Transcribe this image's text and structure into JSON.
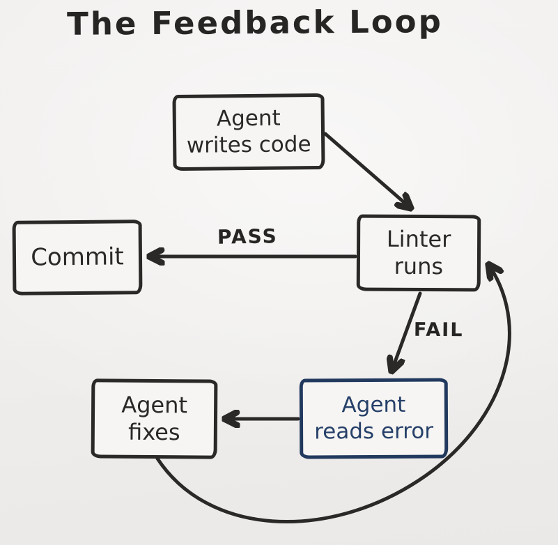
{
  "title": "The Feedback Loop",
  "colors": {
    "ink": "#2a2928",
    "accent_navy": "#22395e",
    "background": "#f0eeec",
    "node_fill": "#f6f5f3"
  },
  "nodes": {
    "agent_writes_code": {
      "line1": "Agent",
      "line2": "writes code"
    },
    "linter_runs": {
      "line1": "Linter",
      "line2": "runs"
    },
    "commit": {
      "line1": "Commit"
    },
    "agent_reads_error": {
      "line1": "Agent",
      "line2": "reads error"
    },
    "agent_fixes": {
      "line1": "Agent",
      "line2": "fixes"
    }
  },
  "edges": [
    {
      "from": "agent_writes_code",
      "to": "linter_runs",
      "label": ""
    },
    {
      "from": "linter_runs",
      "to": "commit",
      "label": "PASS"
    },
    {
      "from": "linter_runs",
      "to": "agent_reads_error",
      "label": "FAIL"
    },
    {
      "from": "agent_reads_error",
      "to": "agent_fixes",
      "label": ""
    },
    {
      "from": "agent_fixes",
      "to": "linter_runs",
      "label": ""
    }
  ]
}
